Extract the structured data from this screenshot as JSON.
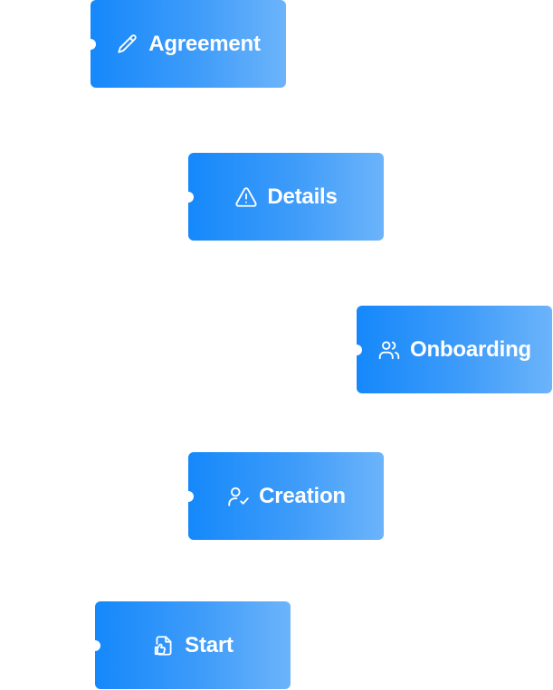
{
  "steps": [
    {
      "label": "Agreement",
      "icon": "pencil-icon"
    },
    {
      "label": "Details",
      "icon": "warning-triangle-icon"
    },
    {
      "label": "Onboarding",
      "icon": "users-icon"
    },
    {
      "label": "Creation",
      "icon": "user-check-icon"
    },
    {
      "label": "Start",
      "icon": "file-thumbs-up-icon"
    }
  ],
  "colors": {
    "card_gradient_start": "#1588fb",
    "card_gradient_end": "#6cb4fb",
    "text": "#ffffff"
  }
}
